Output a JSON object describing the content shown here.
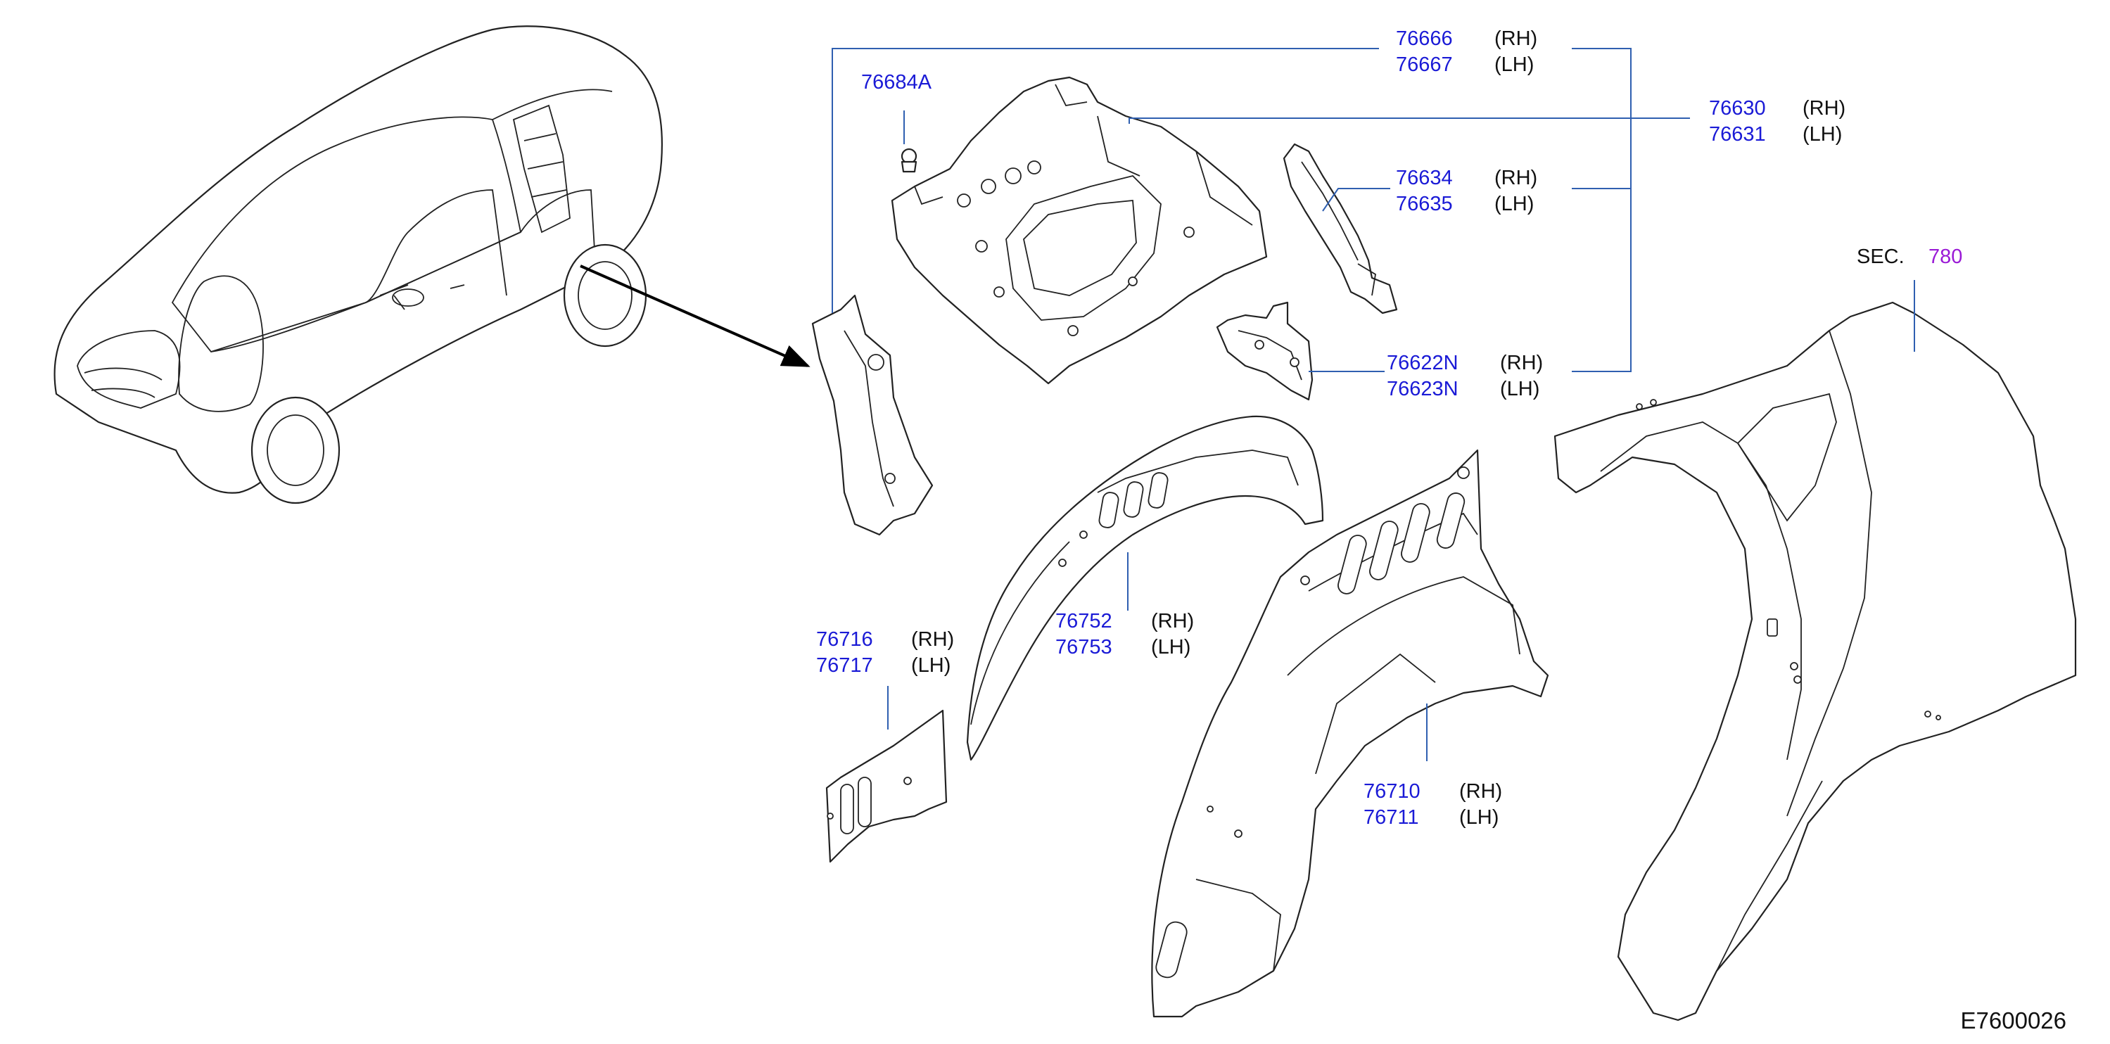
{
  "colors": {
    "part_number": "#1a1ad6",
    "side": "#111111",
    "section_ref": "#9a1ad6",
    "leader": "#2f5fb0"
  },
  "icons": {
    "pointer": "arrow-icon"
  },
  "callouts": [
    {
      "number": "76666",
      "side": "(RH)"
    },
    {
      "number": "76667",
      "side": "(LH)"
    },
    {
      "number": "76684A"
    },
    {
      "number": "76630",
      "side": "(RH)"
    },
    {
      "number": "76631",
      "side": "(LH)"
    },
    {
      "number": "76634",
      "side": "(RH)"
    },
    {
      "number": "76635",
      "side": "(LH)"
    },
    {
      "number": "76622N",
      "side": "(RH)"
    },
    {
      "number": "76623N",
      "side": "(LH)"
    },
    {
      "number": "76752",
      "side": "(RH)"
    },
    {
      "number": "76753",
      "side": "(LH)"
    },
    {
      "number": "76716",
      "side": "(RH)"
    },
    {
      "number": "76717",
      "side": "(LH)"
    },
    {
      "number": "76710",
      "side": "(RH)"
    },
    {
      "number": "76711",
      "side": "(LH)"
    }
  ],
  "section_ref": {
    "prefix": "SEC.",
    "number": "780"
  },
  "figure_code": "E7600026"
}
